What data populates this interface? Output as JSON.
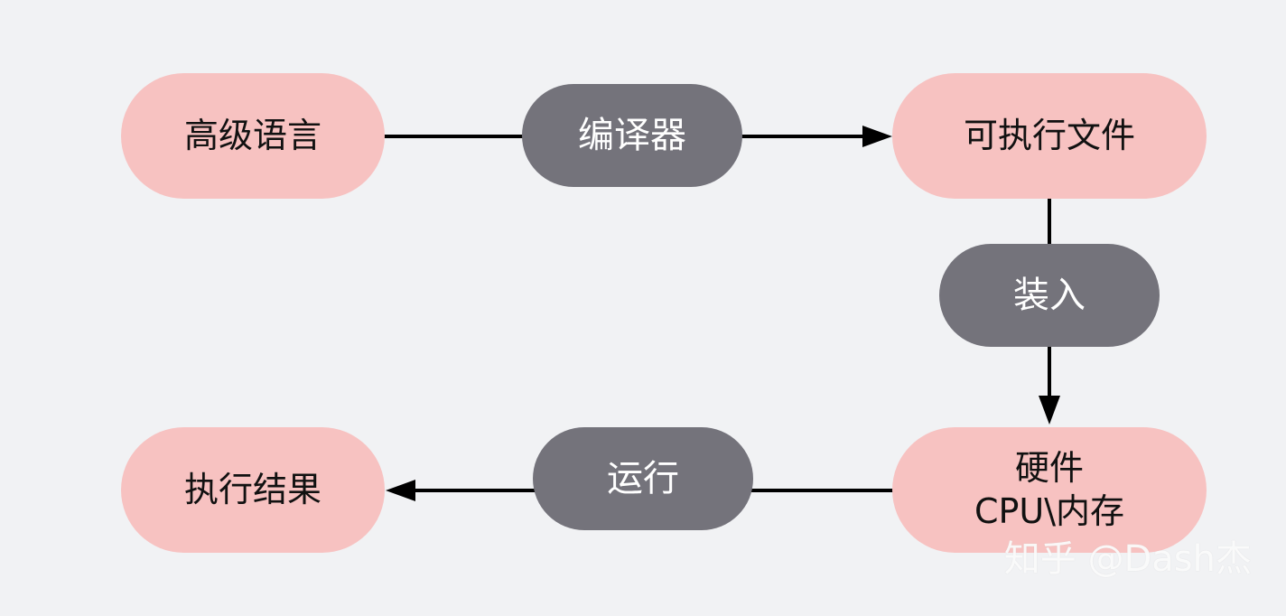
{
  "diagram": {
    "nodes": {
      "high_level_language": "高级语言",
      "compiler": "编译器",
      "executable_file": "可执行文件",
      "load": "装入",
      "hardware": "硬件\nCPU\\内存",
      "run": "运行",
      "execution_result": "执行结果"
    },
    "colors": {
      "pink_node": "#f7c2c1",
      "gray_node": "#74737b",
      "background": "#f1f2f4",
      "edge": "#000000"
    }
  },
  "watermark": "知乎 @Dash杰"
}
